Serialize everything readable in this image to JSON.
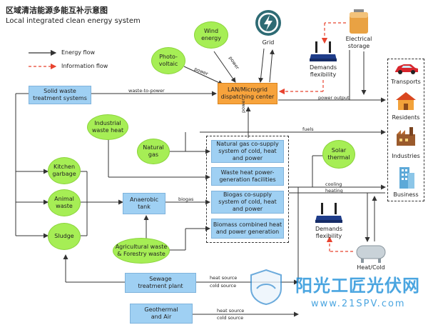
{
  "header": {
    "title_cn": "区域清洁能源多能互补示意图",
    "title_en": "Local integrated clean energy system"
  },
  "legend": {
    "energy_flow": "Energy flow",
    "information_flow": "Information flow"
  },
  "sources": {
    "photovoltaic": "Photo-\nvoltaic",
    "wind": "Wind\nenergy",
    "solid_waste": "Solid waste\ntreatment systems",
    "industrial_waste_heat": "Industrial\nwaste heat",
    "natural_gas": "Natural\ngas",
    "kitchen_garbage": "Kitchen\ngarbage",
    "animal_waste": "Animal\nwaste",
    "sludge": "Sludge",
    "anaerobic_tank": "Anaerobic\ntank",
    "agri_waste": "Agricultural waste\n& Forestry waste",
    "sewage": "Sewage\ntreatment plant",
    "geothermal": "Geothermal\nand Air",
    "solar_thermal": "Solar\nthermal"
  },
  "center": {
    "dispatch": "LAN/Microgrid\ndispatching center",
    "grid": "Grid",
    "electrical_storage": "Electrical\nstorage",
    "demands_flex_top": "Demands\nflexibility",
    "demands_flex_bottom": "Demands\nflexibility",
    "heat_cold": "Heat/Cold"
  },
  "facilities": [
    "Natural gas co-supply\nsystem of cold, heat\nand power",
    "Waste heat power-\ngeneration facilities",
    "Biogas co-supply\nsystem of cold, heat\nand power",
    "Biomass combined heat\nand power generation"
  ],
  "consumers": [
    "Transports",
    "Residents",
    "Industries",
    "Business"
  ],
  "flow_labels": {
    "power_pv": "power",
    "power_wind": "power",
    "waste_to_power": "waste-to-power",
    "power_output": "power output",
    "power_up": "power",
    "fuels": "fuels",
    "cooling": "cooling",
    "heating": "heating",
    "biogas": "biogas",
    "heat_source_1": "heat source",
    "cold_source_1": "cold source",
    "heat_source_2": "heat source",
    "cold_source_2": "cold source"
  },
  "watermark": {
    "brand": "阳光工匠光伏网",
    "url": "www.21SPV.com"
  },
  "colors": {
    "blue_box": "#9fd0f3",
    "orange_box": "#f7a33c",
    "green_oval": "#a6ee55",
    "info_flow": "#e8432f",
    "grid_icon": "#2e6b74"
  }
}
